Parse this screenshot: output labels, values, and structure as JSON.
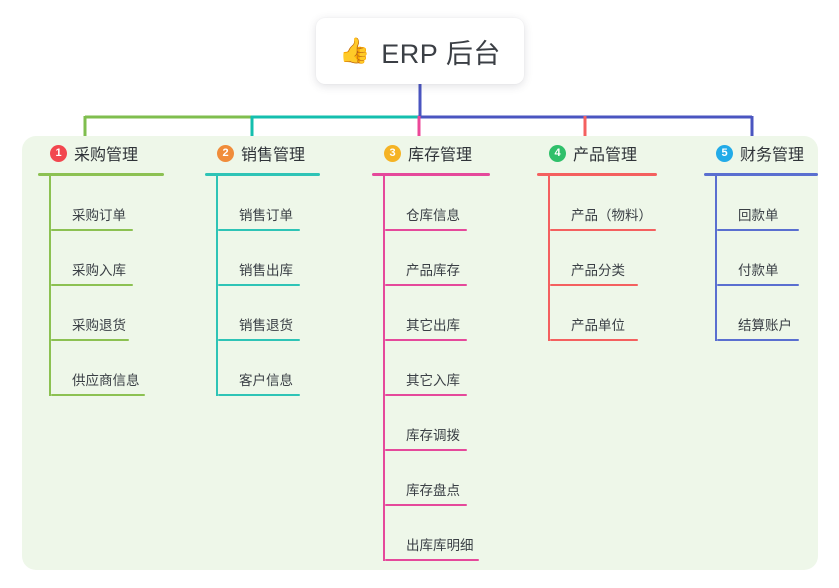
{
  "root": {
    "icon": "thumbs-up-icon",
    "emoji": "👍",
    "title": "ERP 后台"
  },
  "palette": {
    "panel_background": "#eef7e9",
    "page_background": "#ffffff",
    "text": "#3a3f45",
    "root_stem": "#4a55c0",
    "trunk_green": "#7fbe4e",
    "trunk_teal": "#14bfae",
    "trunk_blue": "#4a55c0"
  },
  "branches": [
    {
      "number": "1",
      "name": "采购管理",
      "badge_color": "#f2474f",
      "line_color": "#8cc152",
      "connector_color": "#7fbe4e",
      "items": [
        {
          "label": "采购订单"
        },
        {
          "label": "采购入库"
        },
        {
          "label": "采购退货"
        },
        {
          "label": "供应商信息"
        }
      ]
    },
    {
      "number": "2",
      "name": "销售管理",
      "badge_color": "#f08c3a",
      "line_color": "#2ec4b6",
      "connector_color": "#14bfae",
      "items": [
        {
          "label": "销售订单"
        },
        {
          "label": "销售出库"
        },
        {
          "label": "销售退货"
        },
        {
          "label": "客户信息"
        }
      ]
    },
    {
      "number": "3",
      "name": "库存管理",
      "badge_color": "#f5b324",
      "line_color": "#e5499b",
      "connector_color": "#ec4899",
      "items": [
        {
          "label": "仓库信息"
        },
        {
          "label": "产品库存"
        },
        {
          "label": "其它出库"
        },
        {
          "label": "其它入库"
        },
        {
          "label": "库存调拨"
        },
        {
          "label": "库存盘点"
        },
        {
          "label": "出库库明细"
        }
      ]
    },
    {
      "number": "4",
      "name": "产品管理",
      "badge_color": "#2fc06a",
      "line_color": "#f4605f",
      "connector_color": "#f4605f",
      "items": [
        {
          "label": "产品（物料）"
        },
        {
          "label": "产品分类"
        },
        {
          "label": "产品单位"
        }
      ]
    },
    {
      "number": "5",
      "name": "财务管理",
      "badge_color": "#22abe8",
      "line_color": "#5a6fd0",
      "connector_color": "#4a55c0",
      "items": [
        {
          "label": "回款单"
        },
        {
          "label": "付款单"
        },
        {
          "label": "结算账户"
        }
      ]
    }
  ]
}
